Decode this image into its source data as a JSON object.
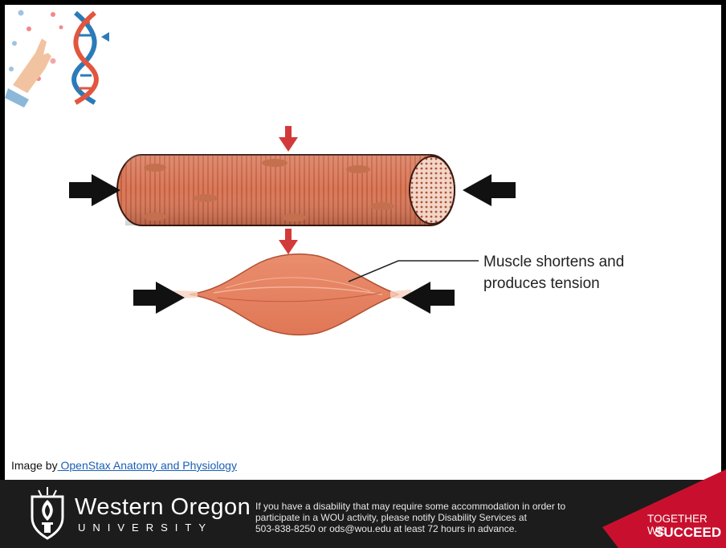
{
  "figure": {
    "label_line1": "Muscle shortens and",
    "label_line2": "produces tension"
  },
  "caption": {
    "prefix": "Image by",
    "link_text": " OpenStax Anatomy and Physiology"
  },
  "footer": {
    "university_name": "Western Oregon",
    "university_sub": "UNIVERSITY",
    "notice_line1": "If you have a disability that may require some accommodation in order to",
    "notice_line2": "participate in a WOU activity, please notify Disability Services at",
    "notice_line3": "503-838-8250 or ods@wou.edu at least 72 hours in advance.",
    "slogan_line1": "TOGETHER WE",
    "slogan_line2": "SUCCEED"
  },
  "icons": {
    "decoration": "dna-hand-icon",
    "logo": "wou-torch-shield-icon"
  },
  "colors": {
    "muscle": "#d9785a",
    "arrow_red": "#d23a3a",
    "footer_bg": "#1c1c1c",
    "banner_red": "#c8102e"
  }
}
